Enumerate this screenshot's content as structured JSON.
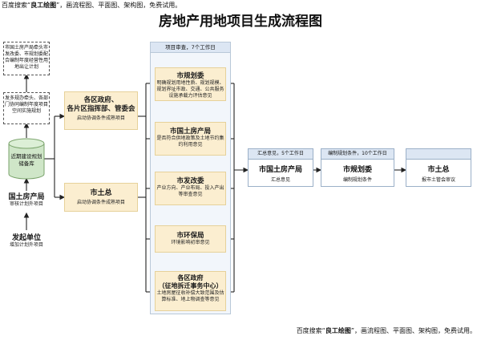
{
  "header": {
    "note_prefix": "百度搜索“",
    "note_brand": "良工绘图",
    "note_suffix": "”，画流程图、平面图、架构图，免费试用。",
    "title": "房地产用地项目生成流程图"
  },
  "footer": {
    "note_prefix": "百度搜索“",
    "note_brand": "良工绘图",
    "note_suffix": "”，画流程图、平面图、架构图，免费试用。"
  },
  "left": {
    "box1": "市国土房产局牵头市发改委、市规划委配合编制年度经营性用地出让计划",
    "box2": "发多规办牵头、各部门协同编制年度项目空间实施规划",
    "db_label": "近期建设规划储备库",
    "agency": {
      "title": "国土房产局",
      "sub": "审核计划外项目"
    },
    "initiator": {
      "title": "发起单位",
      "sub": "增加计划外项目"
    }
  },
  "middle": {
    "district": {
      "title_line1": "各区政府、",
      "title_line2": "各片区指挥部、管委会",
      "sub": "启动协调条件成熟项目"
    },
    "land": {
      "title": "市土总",
      "sub": "启动协调条件成熟项目"
    }
  },
  "review": {
    "header": "项目审查，7个工作日",
    "nodes": [
      {
        "title": "市规划委",
        "sub": "明确规划用地性质、规划规模、规划界址市政、交通、公共服务设施承载力评估意见"
      },
      {
        "title": "市国土房产局",
        "sub": "是否符合供地政策及土地节约集约利用意见"
      },
      {
        "title": "市发改委",
        "sub": "产业方向、产业布局、投入产出等审查意见"
      },
      {
        "title": "市环保局",
        "sub": "环境影响初审意见"
      },
      {
        "title": "各区政府\n（征地拆迁事务中心）",
        "sub": "土地房屋征收补偿大致范围及估算标准、地上物调查等意见"
      }
    ]
  },
  "outputs": [
    {
      "header": "汇总意见，5个工作日",
      "title": "市国土房产局",
      "sub": "汇总意见"
    },
    {
      "header": "编制规划条件，10个工作日",
      "title": "市规划委",
      "sub": "编制规划条件"
    },
    {
      "header": "",
      "title": "市土总",
      "sub": "报市土管会审议"
    }
  ]
}
